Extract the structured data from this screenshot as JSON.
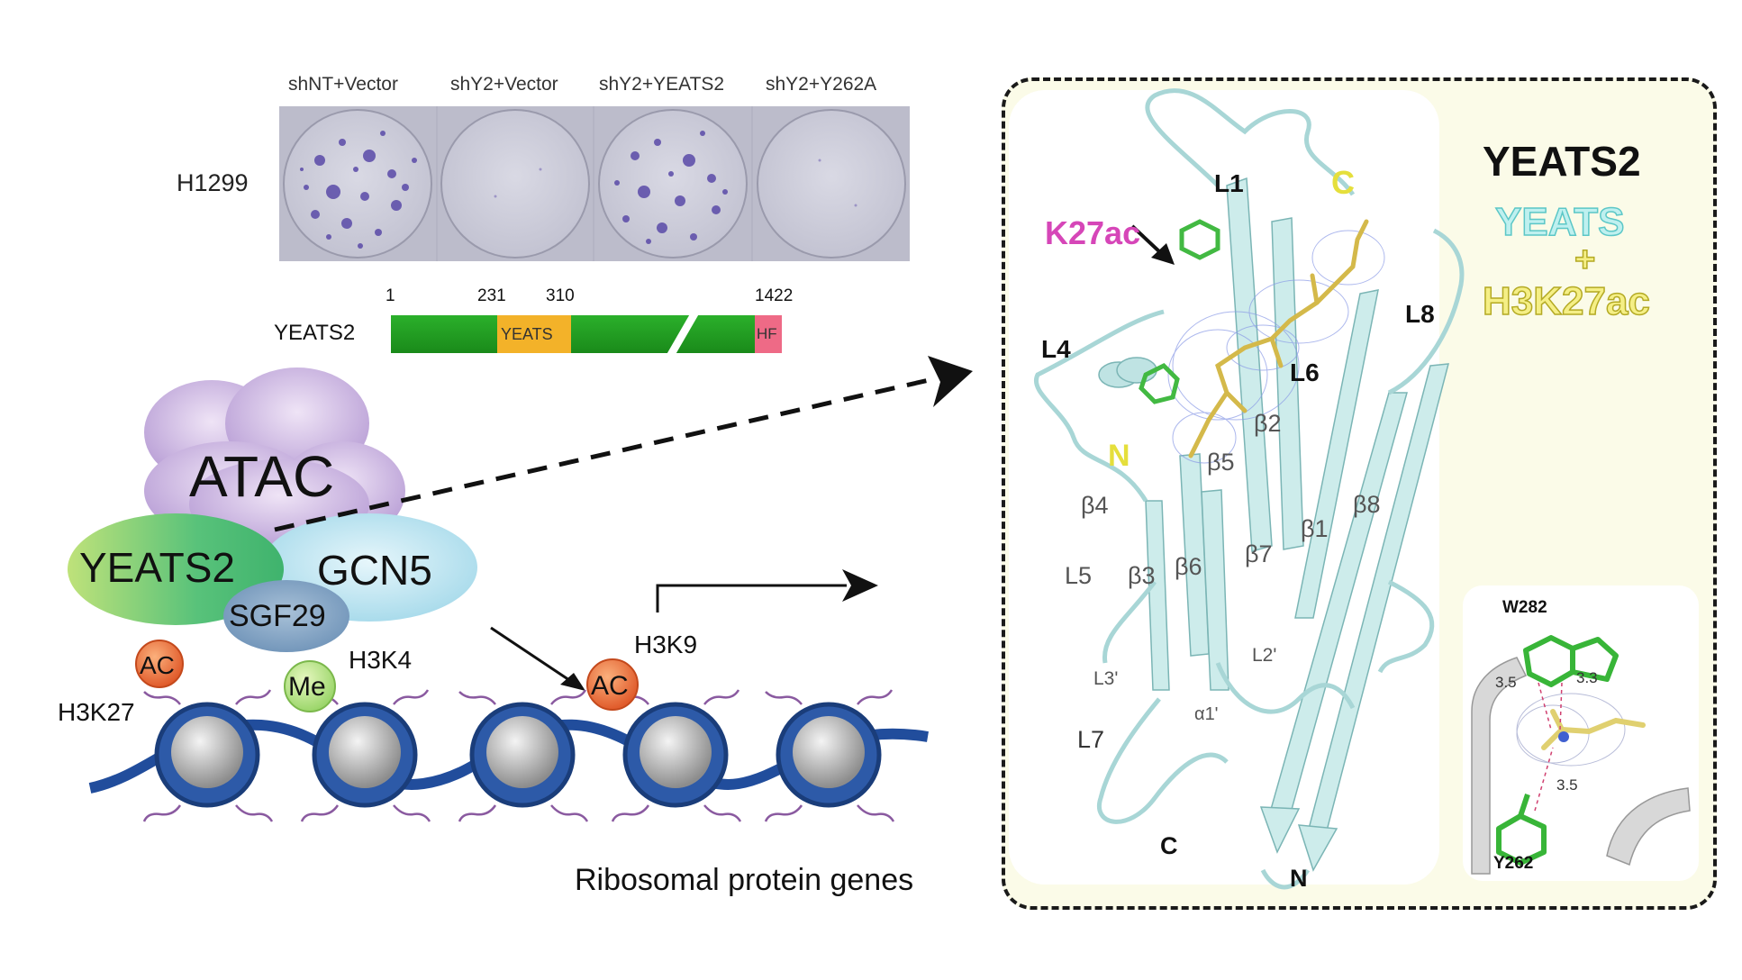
{
  "colony_assay": {
    "cell_line": "H1299",
    "conditions": [
      "shNT+Vector",
      "shY2+Vector",
      "shY2+YEATS2",
      "shY2+Y262A"
    ]
  },
  "domain_map": {
    "protein": "YEATS2",
    "positions": [
      "1",
      "231",
      "310",
      "1422"
    ],
    "yeats_label": "YEATS",
    "hf_label": "HF"
  },
  "complex": {
    "atac": "ATAC",
    "yeats2": "YEATS2",
    "gcn5": "GCN5",
    "sgf29": "SGF29",
    "ac_left": "AC",
    "h3k27": "H3K27",
    "me": "Me",
    "h3k4": "H3K4",
    "ac_right": "AC",
    "h3k9": "H3K9",
    "genes": "Ribosomal protein genes"
  },
  "structure": {
    "k27ac": "K27ac",
    "loops": [
      "L1",
      "L4",
      "L6",
      "L8",
      "L5",
      "L7",
      "L2'",
      "L3'"
    ],
    "strands": [
      "β2",
      "β5",
      "β4",
      "β3",
      "β6",
      "β7",
      "β1",
      "β8"
    ],
    "helix": "α1'",
    "termini_yellow": [
      "N",
      "C"
    ],
    "termini_black": [
      "C",
      "N"
    ],
    "residues": [
      "W282",
      "Y262"
    ],
    "distances": [
      "3.5",
      "3.3",
      "3.5"
    ]
  },
  "legend": {
    "title": "YEATS2",
    "yeats": "YEATS",
    "plus": "+",
    "h3k27ac": "H3K27ac"
  },
  "colors": {
    "panel_bg": "#fbfbe8",
    "cyan_text": "#7fdede",
    "yellow_text": "#e5df3c",
    "magenta": "#d646b8",
    "domain_green": "#1f9a1f",
    "yeats_orange": "#f3b229",
    "hf_pink": "#ee6a86",
    "nucleosome_blue": "#214d9c"
  }
}
